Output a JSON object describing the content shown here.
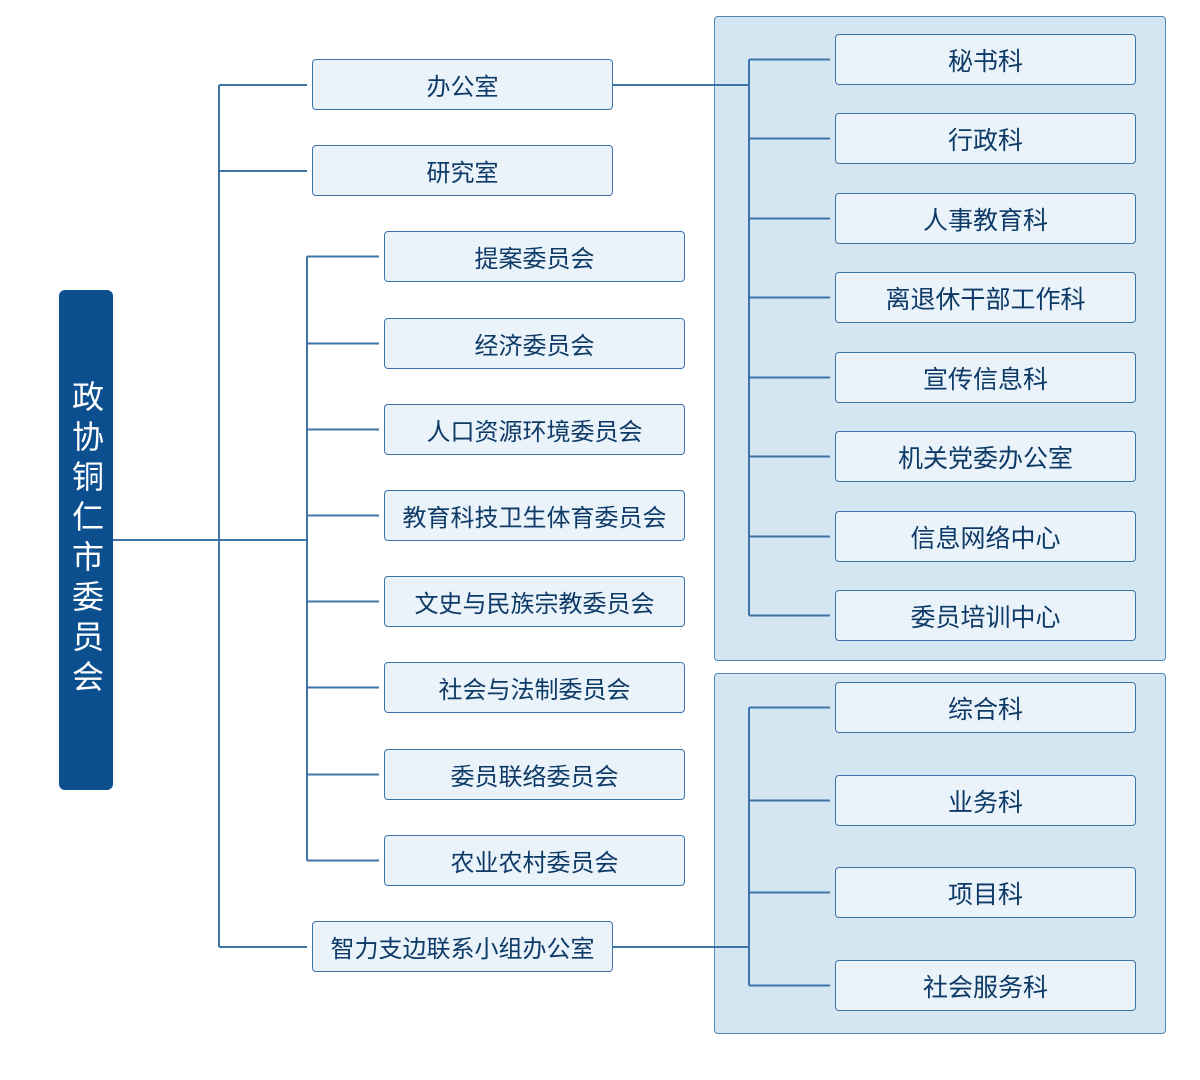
{
  "root": {
    "label": "政协铜仁市委员会"
  },
  "offices": [
    {
      "key": "bangongshi",
      "label": "办公室"
    },
    {
      "key": "yanjiushi",
      "label": "研究室"
    }
  ],
  "committees": [
    "提案委员会",
    "经济委员会",
    "人口资源环境委员会",
    "教育科技卫生体育委员会",
    "文史与民族宗教委员会",
    "社会与法制委员会",
    "委员联络委员会",
    "农业农村委员会"
  ],
  "zhili": {
    "label": "智力支边联系小组办公室"
  },
  "bangongshi_sections": [
    "秘书科",
    "行政科",
    "人事教育科",
    "离退休干部工作科",
    "宣传信息科",
    "机关党委办公室",
    "信息网络中心",
    "委员培训中心"
  ],
  "zhili_sections": [
    "综合科",
    "业务科",
    "项目科",
    "社会服务科"
  ],
  "colors": {
    "root_fill": "#0c4f8e",
    "node_fill": "#eaf2fa",
    "node_border": "#3f74a8",
    "panel_fill": "#d3e6f2",
    "connector": "#3f74a8",
    "text": "#0d3a66"
  }
}
